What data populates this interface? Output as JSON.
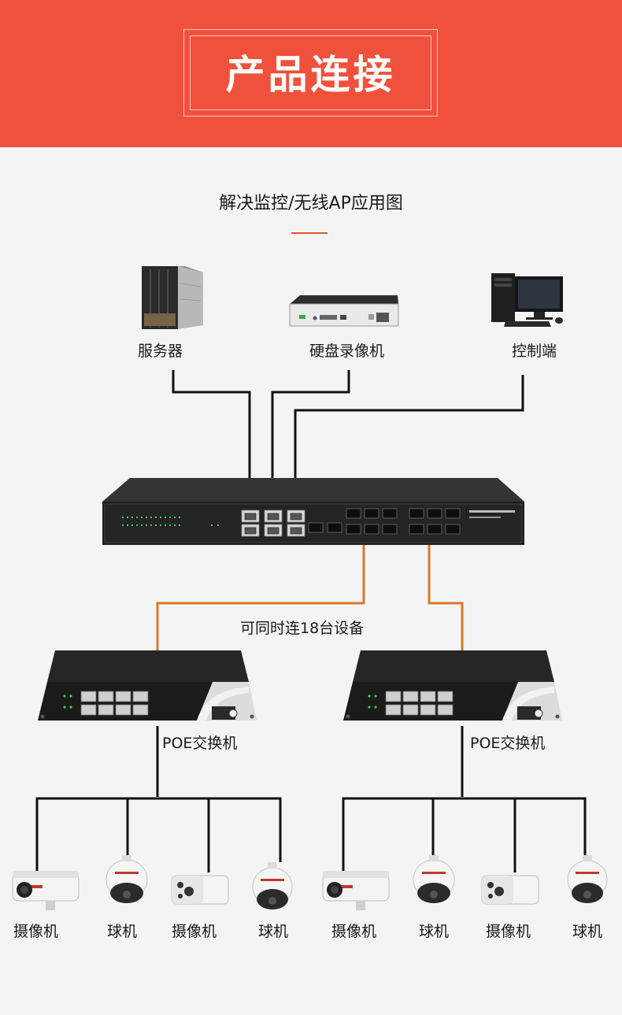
{
  "header": {
    "title": "产品连接"
  },
  "subtitle": "解决监控/无线AP应用图",
  "top_devices": [
    {
      "label": "服务器"
    },
    {
      "label": "硬盘录像机"
    },
    {
      "label": "控制端"
    }
  ],
  "connection_note": "可同时连18台设备",
  "poe_switches": [
    {
      "label": "POE交换机"
    },
    {
      "label": "POE交换机"
    }
  ],
  "cameras": [
    {
      "label": "摄像机"
    },
    {
      "label": "球机"
    },
    {
      "label": "摄像机"
    },
    {
      "label": "球机"
    },
    {
      "label": "摄像机"
    },
    {
      "label": "球机"
    },
    {
      "label": "摄像机"
    },
    {
      "label": "球机"
    }
  ],
  "colors": {
    "banner": "#f0513d",
    "accent_line": "#e5532f",
    "fiber_link": "#d57a2a",
    "copper_link": "#111111"
  }
}
